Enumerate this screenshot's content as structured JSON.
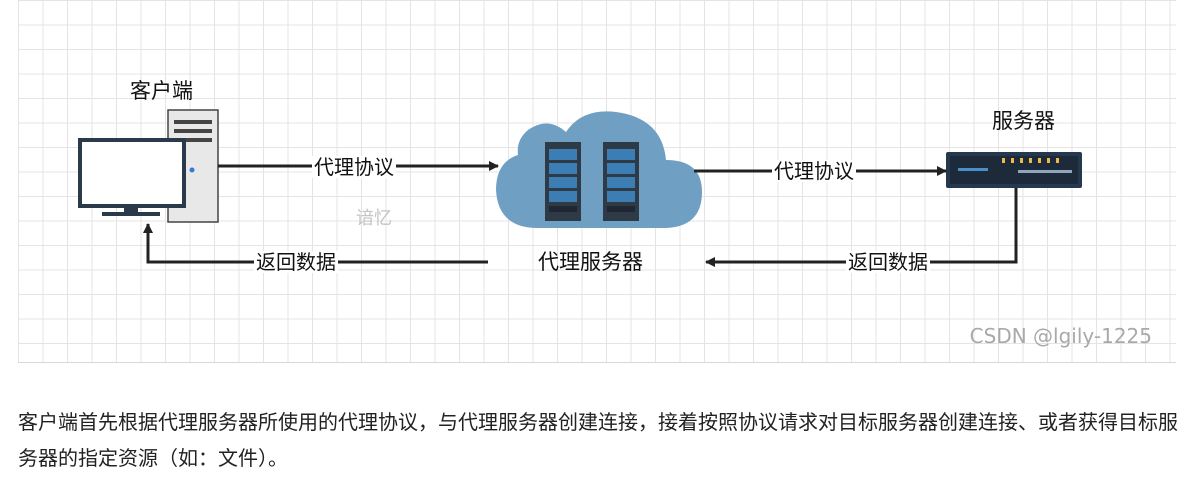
{
  "diagram": {
    "nodes": {
      "client": "客户端",
      "proxy": "代理服务器",
      "server": "服务器"
    },
    "edges": {
      "client_to_proxy": "代理协议",
      "proxy_to_server": "代理协议",
      "server_to_proxy": "返回数据",
      "proxy_to_client": "返回数据"
    },
    "watermark": "谙忆",
    "credit": "CSDN @lgily-1225",
    "colors": {
      "cloud": "#6f9fc3",
      "server_rack": "#2e3a46",
      "server_unit": "#3c7db3",
      "arrow": "#222222",
      "device": "#2b3a4a"
    }
  },
  "caption": "客户端首先根据代理服务器所使用的代理协议，与代理服务器创建连接，接着按照协议请求对目标服务器创建连接、或者获得目标服务器的指定资源（如：文件）。"
}
